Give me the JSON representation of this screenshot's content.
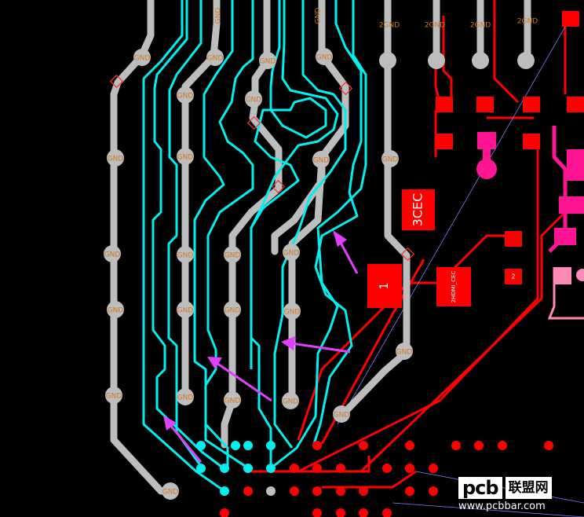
{
  "colors": {
    "background": "#000000",
    "gnd_trace": "#bdbdbd",
    "signal_trace": "#00f0f0",
    "bottom_trace": "#ff0000",
    "magenta": "#ff1493",
    "pink": "#ff8ab8",
    "arrow": "#e040fb",
    "label": "#d2781e"
  },
  "labels": {
    "gnd": "GND",
    "two_gnd": "2GND",
    "pad_1": "1",
    "pad_2": "2",
    "cec_pad": "3CEC",
    "hdmi_cec_pad": "2HDMI_CEC"
  },
  "watermark": {
    "logo": "pcb",
    "chinese": "联盟网",
    "url": "www.pcbbar.com"
  }
}
